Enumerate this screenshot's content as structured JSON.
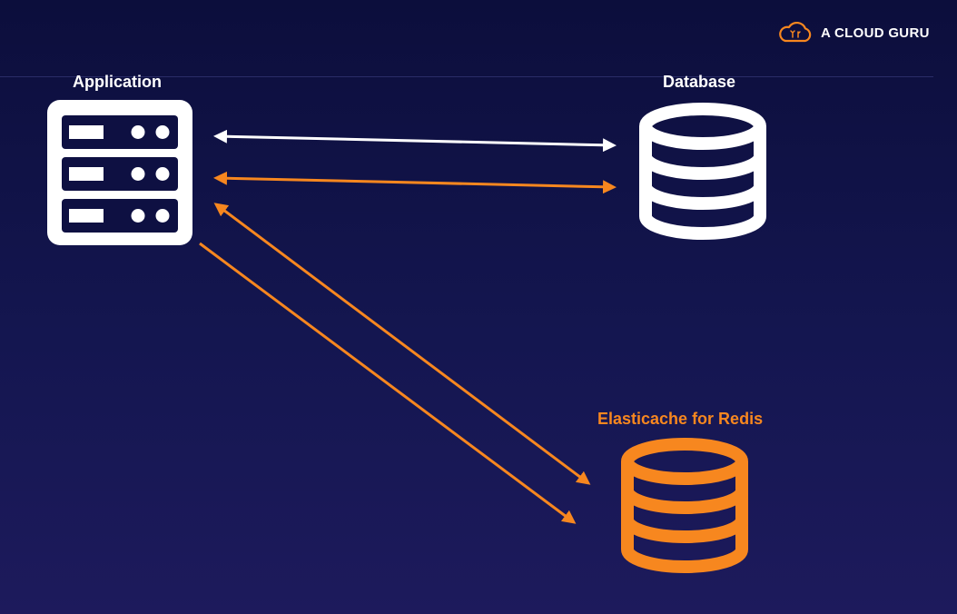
{
  "brand": {
    "name": "A CLOUD GURU",
    "icon": "cloud-guru-logo-icon",
    "accent_color": "#f7871f"
  },
  "nodes": {
    "application": {
      "label": "Application",
      "icon": "server-rack-icon",
      "color": "#ffffff"
    },
    "database": {
      "label": "Database",
      "icon": "database-icon",
      "color": "#ffffff"
    },
    "cache": {
      "label": "Elasticache for Redis",
      "icon": "database-icon",
      "color": "#f7871f"
    }
  },
  "connections": [
    {
      "from": "application",
      "to": "database",
      "direction": "bidirectional",
      "color": "#ffffff"
    },
    {
      "from": "application",
      "to": "database",
      "direction": "bidirectional",
      "color": "#f7871f"
    },
    {
      "from": "cache",
      "to": "application",
      "direction": "bidirectional",
      "color": "#f7871f"
    },
    {
      "from": "application",
      "to": "cache",
      "direction": "one-way",
      "color": "#f7871f"
    }
  ]
}
